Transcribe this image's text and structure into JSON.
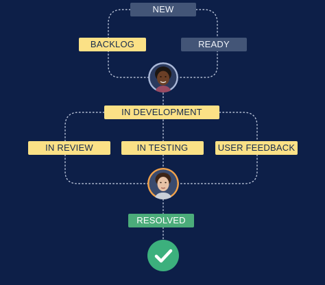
{
  "workflow": {
    "statuses": {
      "new": "NEW",
      "backlog": "BACKLOG",
      "ready": "READY",
      "in_development": "IN DEVELOPMENT",
      "in_review": "IN REVIEW",
      "in_testing": "IN TESTING",
      "user_feedback": "USER FEEDBACK",
      "resolved": "RESOLVED"
    },
    "colors": {
      "background": "#0d1f48",
      "status_grey": "#435577",
      "status_yellow": "#fbe186",
      "status_green": "#4bac7a",
      "connector": "#b7c1d6",
      "done_check": "#3cb07d"
    },
    "icons": {
      "avatar_top": "person-avatar-icon",
      "avatar_bottom": "person-avatar-icon",
      "done": "check-circle-icon"
    }
  }
}
